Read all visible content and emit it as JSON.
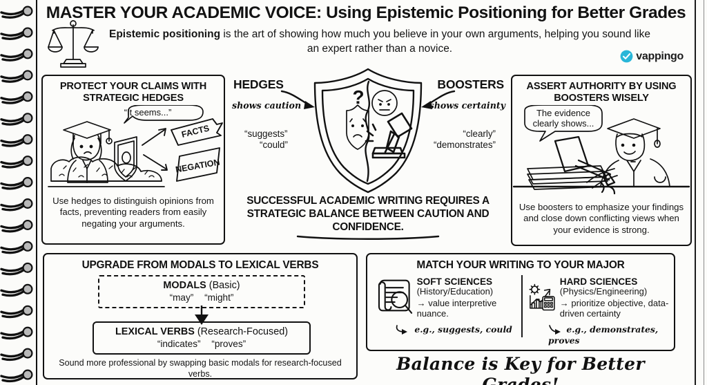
{
  "header": {
    "title_bold": "MASTER YOUR ACADEMIC VOICE:",
    "title_rest": " Using Epistemic Positioning for Better Grades",
    "subtitle_lead": "Epistemic positioning",
    "subtitle_rest": " is the art of showing how much you believe in your own arguments, helping you sound like an expert rather than a novice.",
    "scale_icon": "balance-scale-icon"
  },
  "logo": {
    "name": "vappingo",
    "mark": "check-badge-icon",
    "color": "#29b6d8"
  },
  "panels": {
    "hedges": {
      "title": "PROTECT YOUR CLAIMS WITH STRATEGIC HEDGES",
      "speech_bubble": "“It seems...”",
      "arrow_label_1": "FACTS",
      "arrow_label_2": "NEGATION",
      "illustration": "student-with-shield-behind-hedge-illustration",
      "caption": "Use hedges to distinguish opinions from facts, preventing readers from easily negating your arguments."
    },
    "boosters": {
      "title": "ASSERT AUTHORITY BY USING BOOSTERS WISELY",
      "speech_bubble": "The evidence clearly shows...",
      "illustration": "graduate-with-gavel-striking-papers-illustration",
      "caption": "Use boosters to emphasize your findings and close down conflicting views when your evidence is strong."
    },
    "modals": {
      "title": "UPGRADE FROM MODALS TO LEXICAL VERBS",
      "modals_box": {
        "heading": "MODALS",
        "qualifier": "(Basic)",
        "examples": [
          "“may”",
          "“might”"
        ]
      },
      "lexical_box": {
        "heading": "LEXICAL VERBS",
        "qualifier": "(Research-Focused)",
        "examples": [
          "“indicates”",
          "“proves”"
        ]
      },
      "arrow_icon": "down-arrow-icon",
      "caption": "Sound more professional by swapping basic modals for research-focused verbs."
    },
    "major": {
      "title": "MATCH YOUR WRITING TO YOUR MAJOR",
      "columns": [
        {
          "icon": "scroll-magnifier-icon",
          "heading": "SOFT SCIENCES",
          "fields": "(History/Education)",
          "point": "→ value interpretive nuance.",
          "example": "e.g., suggests, could"
        },
        {
          "icon": "gear-chart-calculator-icon",
          "heading": "HARD SCIENCES",
          "fields": "(Physics/Engineering)",
          "point": "→ prioritize objective, data-driven certainty",
          "example": "e.g., demonstrates, proves"
        }
      ]
    }
  },
  "center": {
    "hedges_label": "HEDGES",
    "hedges_sub": "shows caution",
    "hedges_examples": [
      "“suggests”",
      "“could”"
    ],
    "boosters_label": "BOOSTERS",
    "boosters_sub": "shows certainty",
    "boosters_examples": [
      "“clearly”",
      "“demonstrates”"
    ],
    "shield_icon": "split-shield-question-gavel-icon",
    "banner": "SUCCESSFUL ACADEMIC WRITING REQUIRES A STRATEGIC BALANCE BETWEEN CAUTION AND CONFIDENCE."
  },
  "footer": {
    "tagline": "Balance is Key for Better Grades!"
  },
  "notebook": {
    "binding_icon": "spiral-binding-icon",
    "ring_count": 18
  }
}
